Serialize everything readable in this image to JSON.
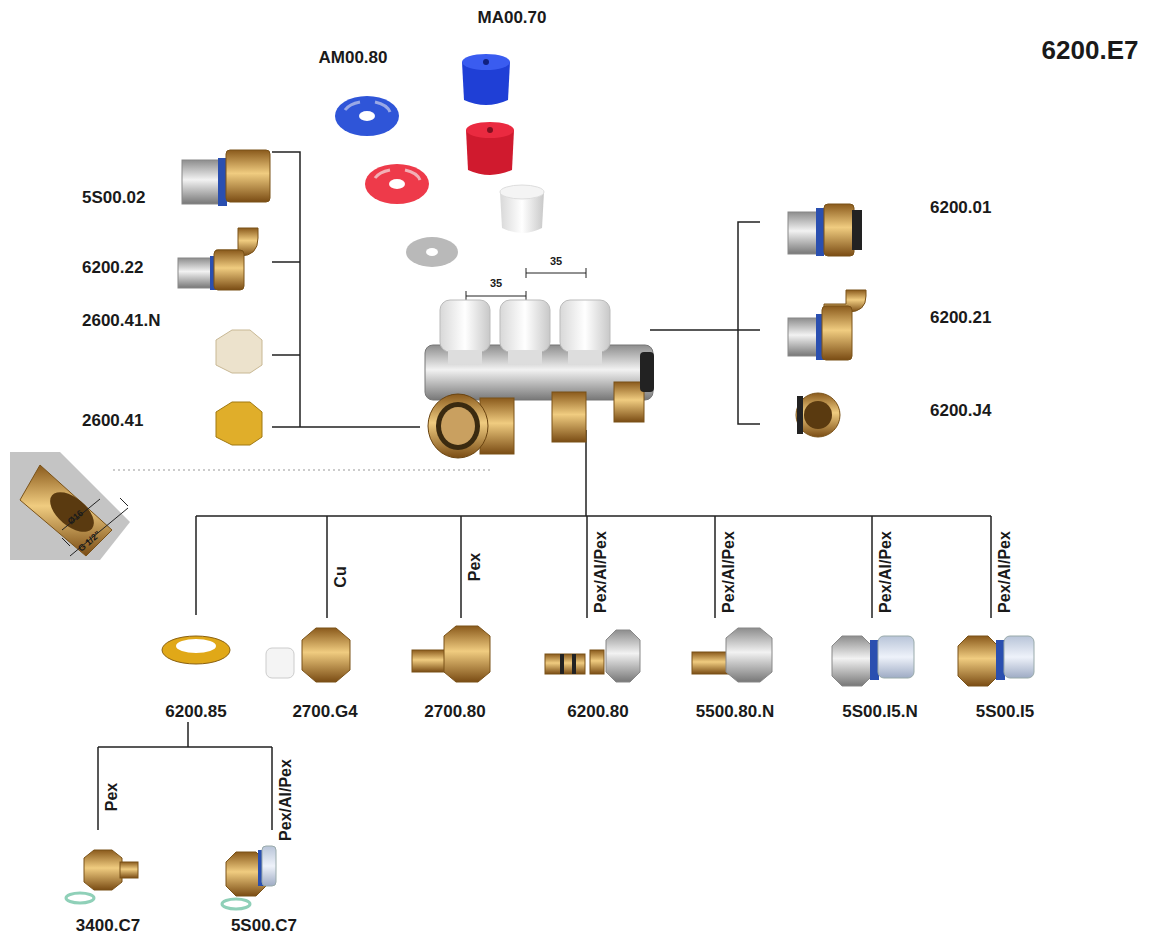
{
  "diagram": {
    "title": "6200.E7",
    "labels": [
      "MA00.70",
      "AM00.80",
      "5S00.02",
      "6200.22",
      "2600.41.N",
      "2600.41",
      "35",
      "35",
      "6200.01",
      "6200.21",
      "6200.J4",
      "Ø16",
      "G 1/2\"",
      "Cu",
      "Pex",
      "Pex/Al/Pex",
      "Pex/Al/Pex",
      "Pex/Al/Pex",
      "Pex/Al/Pex",
      "6200.85",
      "2700.G4",
      "2700.80",
      "6200.80",
      "5500.80.N",
      "5S00.I5.N",
      "5S00.I5",
      "Pex",
      "Pex/Al/Pex",
      "3400.C7",
      "5S00.C7"
    ]
  }
}
